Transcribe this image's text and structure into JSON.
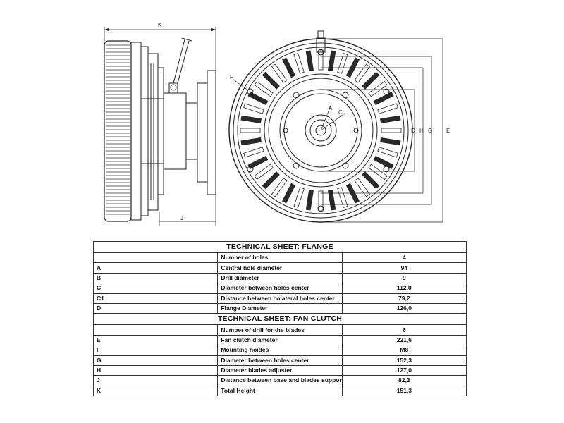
{
  "drawing": {
    "dimension_labels": {
      "K": "K",
      "J": "J",
      "F": "F",
      "A": "A",
      "C": "C",
      "D": "D",
      "H": "H",
      "G": "G",
      "E": "E"
    }
  },
  "flange_sheet": {
    "title": "TECHNICAL SHEET: FLANGE",
    "rows": [
      {
        "code": "",
        "label": "Number of holes",
        "value": "4"
      },
      {
        "code": "A",
        "label": "Central hole diameter",
        "value": "94"
      },
      {
        "code": "B",
        "label": "Drill diameter",
        "value": "9"
      },
      {
        "code": "C",
        "label": "Diameter between holes center",
        "value": "112,0"
      },
      {
        "code": "C1",
        "label": "Distance between colateral holes center",
        "value": "79,2"
      },
      {
        "code": "D",
        "label": "Flange Diameter",
        "value": "126,0"
      }
    ]
  },
  "fan_clutch_sheet": {
    "title": "TECHNICAL SHEET: FAN CLUTCH",
    "rows": [
      {
        "code": "",
        "label": "Number of drill for the blades",
        "value": "6"
      },
      {
        "code": "E",
        "label": "Fan clutch diameter",
        "value": "221,6"
      },
      {
        "code": "F",
        "label": "Mounting hoides",
        "value": "M8"
      },
      {
        "code": "G",
        "label": "Diameter between holes center",
        "value": "152,3"
      },
      {
        "code": "H",
        "label": "Diameter blades adjuster",
        "value": "127,0"
      },
      {
        "code": "J",
        "label": "Distance between base and blades support",
        "value": "82,3"
      },
      {
        "code": "K",
        "label": "Total Height",
        "value": "151,3"
      }
    ]
  }
}
